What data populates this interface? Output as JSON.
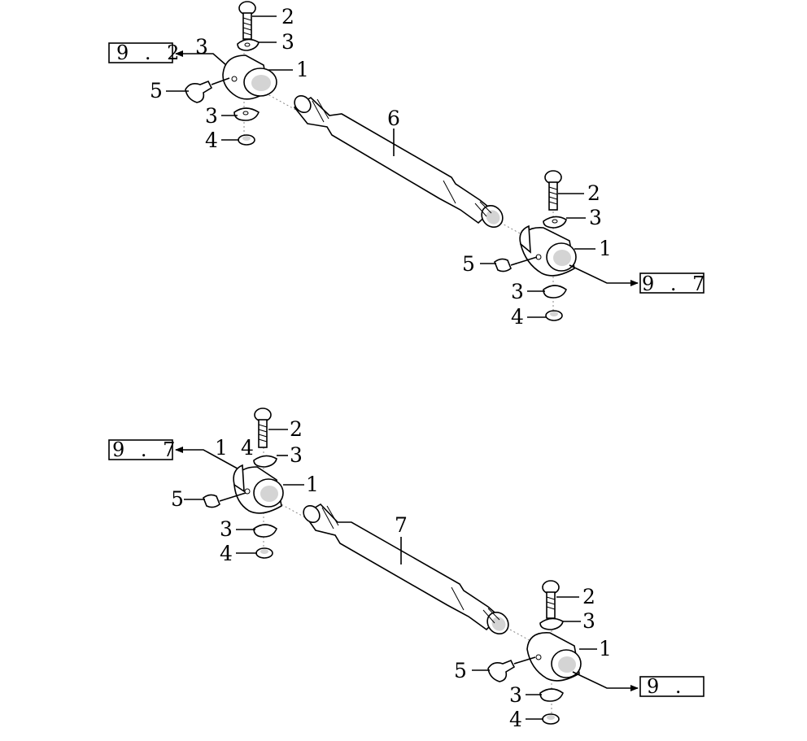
{
  "upper_assembly": {
    "ref_left": "9 . 2",
    "ref_left_page": "3",
    "ref_right": "9 . 7",
    "callouts_left": {
      "bolt": "2",
      "washer_top": "3",
      "joint": "1",
      "fitting": "5",
      "washer_bottom": "3",
      "nut": "4"
    },
    "shaft": "6",
    "callouts_right": {
      "bolt": "2",
      "washer_top": "3",
      "joint": "1",
      "fitting": "5",
      "washer_bottom": "3",
      "nut": "4"
    }
  },
  "lower_assembly": {
    "ref_left": "9 . 7",
    "ref_left_page": "1",
    "ref_left_extra": "4",
    "ref_right": "9 .",
    "callouts_left": {
      "bolt": "2",
      "washer_top": "3",
      "joint": "1",
      "fitting": "5",
      "washer_bottom": "3",
      "nut": "4"
    },
    "shaft": "7",
    "callouts_right": {
      "bolt": "2",
      "washer_top": "3",
      "joint": "1",
      "fitting": "5",
      "washer_bottom": "3",
      "nut": "4"
    }
  }
}
